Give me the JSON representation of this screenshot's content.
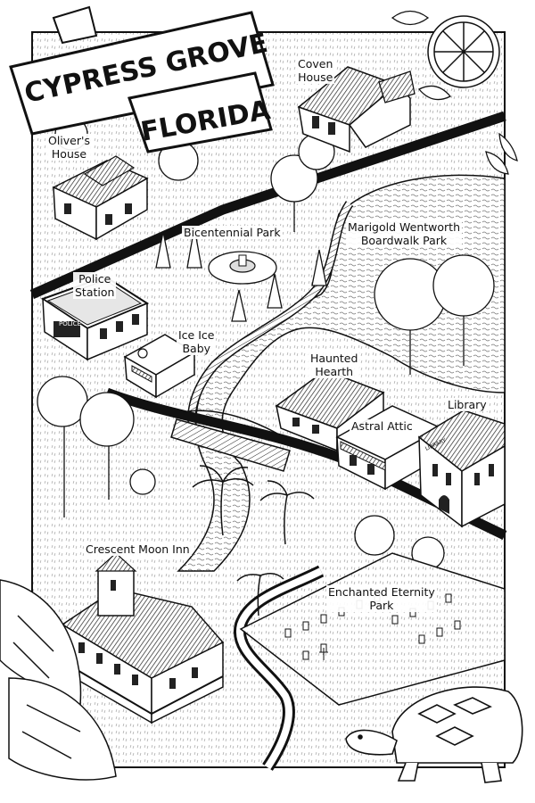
{
  "banner": {
    "line1": "CYPRESS GROVE",
    "line2": "FLORIDA"
  },
  "labels": {
    "coven_house_1": "Coven",
    "coven_house_2": "House",
    "olivers_house_1": "Oliver's",
    "olivers_house_2": "House",
    "bicentennial_park": "Bicentennial Park",
    "marigold_1": "Marigold Wentworth",
    "marigold_2": "Boardwalk Park",
    "police_station_1": "Police",
    "police_station_2": "Station",
    "ice_ice_baby_1": "Ice Ice",
    "ice_ice_baby_2": "Baby",
    "haunted_hearth_1": "Haunted",
    "haunted_hearth_2": "Hearth",
    "library": "Library",
    "astral_attic": "Astral Attic",
    "crescent_moon_inn": "Crescent Moon Inn",
    "enchanted_eternity_1": "Enchanted Eternity",
    "enchanted_eternity_2": "Park"
  },
  "signs": {
    "police": "POLICE",
    "library": "LIBRARY"
  },
  "colors": {
    "ink": "#111111",
    "paper": "#ffffff",
    "water": "#f2f2f2"
  }
}
